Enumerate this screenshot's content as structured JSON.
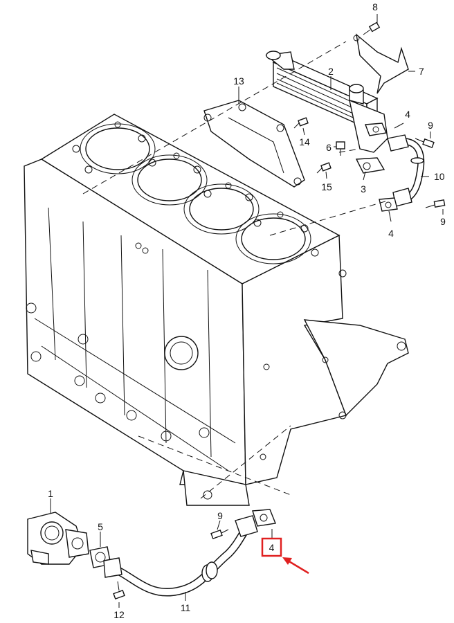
{
  "callouts": [
    {
      "id": "1",
      "text": "1"
    },
    {
      "id": "2",
      "text": "2"
    },
    {
      "id": "3",
      "text": "3"
    },
    {
      "id": "4a",
      "text": "4"
    },
    {
      "id": "4b",
      "text": "4"
    },
    {
      "id": "4c",
      "text": "4"
    },
    {
      "id": "5",
      "text": "5"
    },
    {
      "id": "6",
      "text": "6"
    },
    {
      "id": "7",
      "text": "7"
    },
    {
      "id": "8",
      "text": "8"
    },
    {
      "id": "9a",
      "text": "9"
    },
    {
      "id": "9b",
      "text": "9"
    },
    {
      "id": "9c",
      "text": "9"
    },
    {
      "id": "10",
      "text": "10"
    },
    {
      "id": "11",
      "text": "11"
    },
    {
      "id": "12",
      "text": "12"
    },
    {
      "id": "13",
      "text": "13"
    },
    {
      "id": "14",
      "text": "14"
    },
    {
      "id": "15",
      "text": "15"
    }
  ],
  "highlight": {
    "callout": "4c",
    "color": "#e02020"
  },
  "arrow_color": "#e02020"
}
